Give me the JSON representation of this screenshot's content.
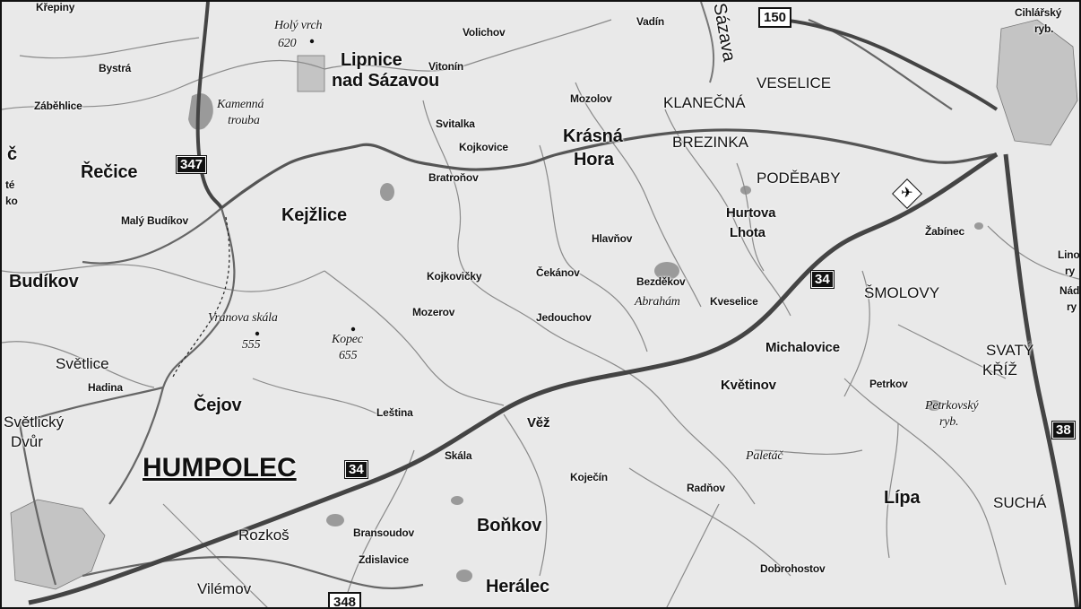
{
  "towns": {
    "humpolec": "HUMPOLEC",
    "krepiny": "Křepiny",
    "bystra": "Bystrá",
    "zabehlice": "Záběhlice",
    "c": "č",
    "te": "té",
    "ko": "ko",
    "recice": "Řečice",
    "maly_budikov": "Malý Budíkov",
    "budikov": "Budíkov",
    "svetlice": "Světlice",
    "hadina": "Hadina",
    "svetlicky": "Světlický",
    "dvur": "Dvůr",
    "cejov": "Čejov",
    "lipnice": "Lipnice",
    "nad_sazavou": "nad Sázavou",
    "volichov": "Volichov",
    "vitonin": "Vitonín",
    "kejzlice": "Kejžlice",
    "svitalka": "Svitalka",
    "kojkovice": "Kojkovice",
    "bratronov": "Bratroňov",
    "krasna": "Krásná",
    "hora": "Hora",
    "mozolov": "Mozolov",
    "vadin": "Vadín",
    "klanecna": "KLANEČNÁ",
    "veselice": "VESELICE",
    "brezinka": "BREZINKA",
    "podebaby": "PODĚBABY",
    "hurtova": "Hurtova",
    "lhota": "Lhota",
    "hlavnov": "Hlavňov",
    "cekanov": "Čekánov",
    "bezdekov": "Bezděkov",
    "kojkovicky": "Kojkovičky",
    "mozerov": "Mozerov",
    "jedouchov": "Jedouchov",
    "kveselice": "Kveselice",
    "michalovice": "Michalovice",
    "kvetinov": "Květinov",
    "smolovy": "ŠMOLOVY",
    "svaty": "SVATÝ",
    "kriz": "KŘÍŽ",
    "petrkov": "Petrkov",
    "lestina": "Leština",
    "vez": "Věž",
    "skala": "Skála",
    "kojecin": "Koječín",
    "radnov": "Radňov",
    "lipa": "Lípa",
    "sucha": "SUCHÁ",
    "rozkos": "Rozkoš",
    "bransoudov": "Bransoudov",
    "zdislavice": "Zdislavice",
    "bonkov": "Boňkov",
    "vilemov": "Vilémov",
    "heralec": "Herálec",
    "dobrohostov": "Dobrohostov",
    "zabinec": "Žabínec",
    "cihlarsky": "Cihlářský",
    "ryb_top": "ryb.",
    "lino": "Lino",
    "ry1": "ry",
    "nad": "Nád",
    "ry2": "ry"
  },
  "features": {
    "holy_vrch": "Holý vrch",
    "holy_vrch_elev": "620",
    "kamenna": "Kamenná",
    "trouba": "trouba",
    "vranova_skala": "Vranova skála",
    "vranova_elev": "555",
    "kopec": "Kopec",
    "kopec_elev": "655",
    "abraham": "Abrahám",
    "petrkovsky": "Petrkovský",
    "ryb": "ryb.",
    "paletac": "Paletáč",
    "sazava": "Sázava"
  },
  "roads": {
    "r150": "150",
    "r347": "347",
    "r34a": "34",
    "r34b": "34",
    "r38": "38",
    "r348": "348"
  },
  "icons": {
    "airport": "airport-icon"
  },
  "colors": {
    "background": "#e9e9e9",
    "road": "#555555",
    "water": "#9a9a9a",
    "ink": "#111111"
  }
}
